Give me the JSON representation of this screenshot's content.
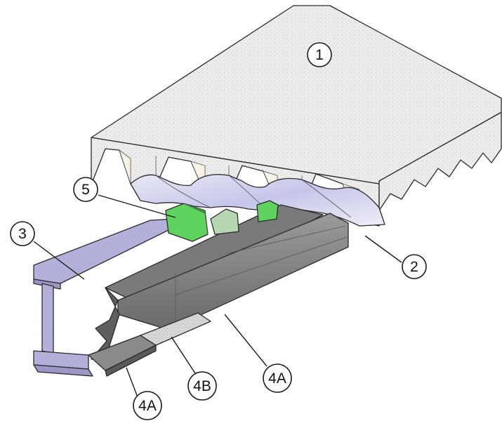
{
  "labels": {
    "slab": "1",
    "decking": "2",
    "beam": "3",
    "board_outer": "4A",
    "board_lower": "4A",
    "board_bottom": "4B",
    "infill": "5"
  },
  "colors": {
    "concrete": "#ececec",
    "steel": "#b5b1dd",
    "steel_dark": "#9c97c9",
    "deck": "#c9c9ea",
    "board": "#8c8c8c",
    "board_dark": "#5f5f5f",
    "board_light": "#b0b0b0",
    "infill": "#5fd35f",
    "infill_dark": "#2fa12f"
  }
}
